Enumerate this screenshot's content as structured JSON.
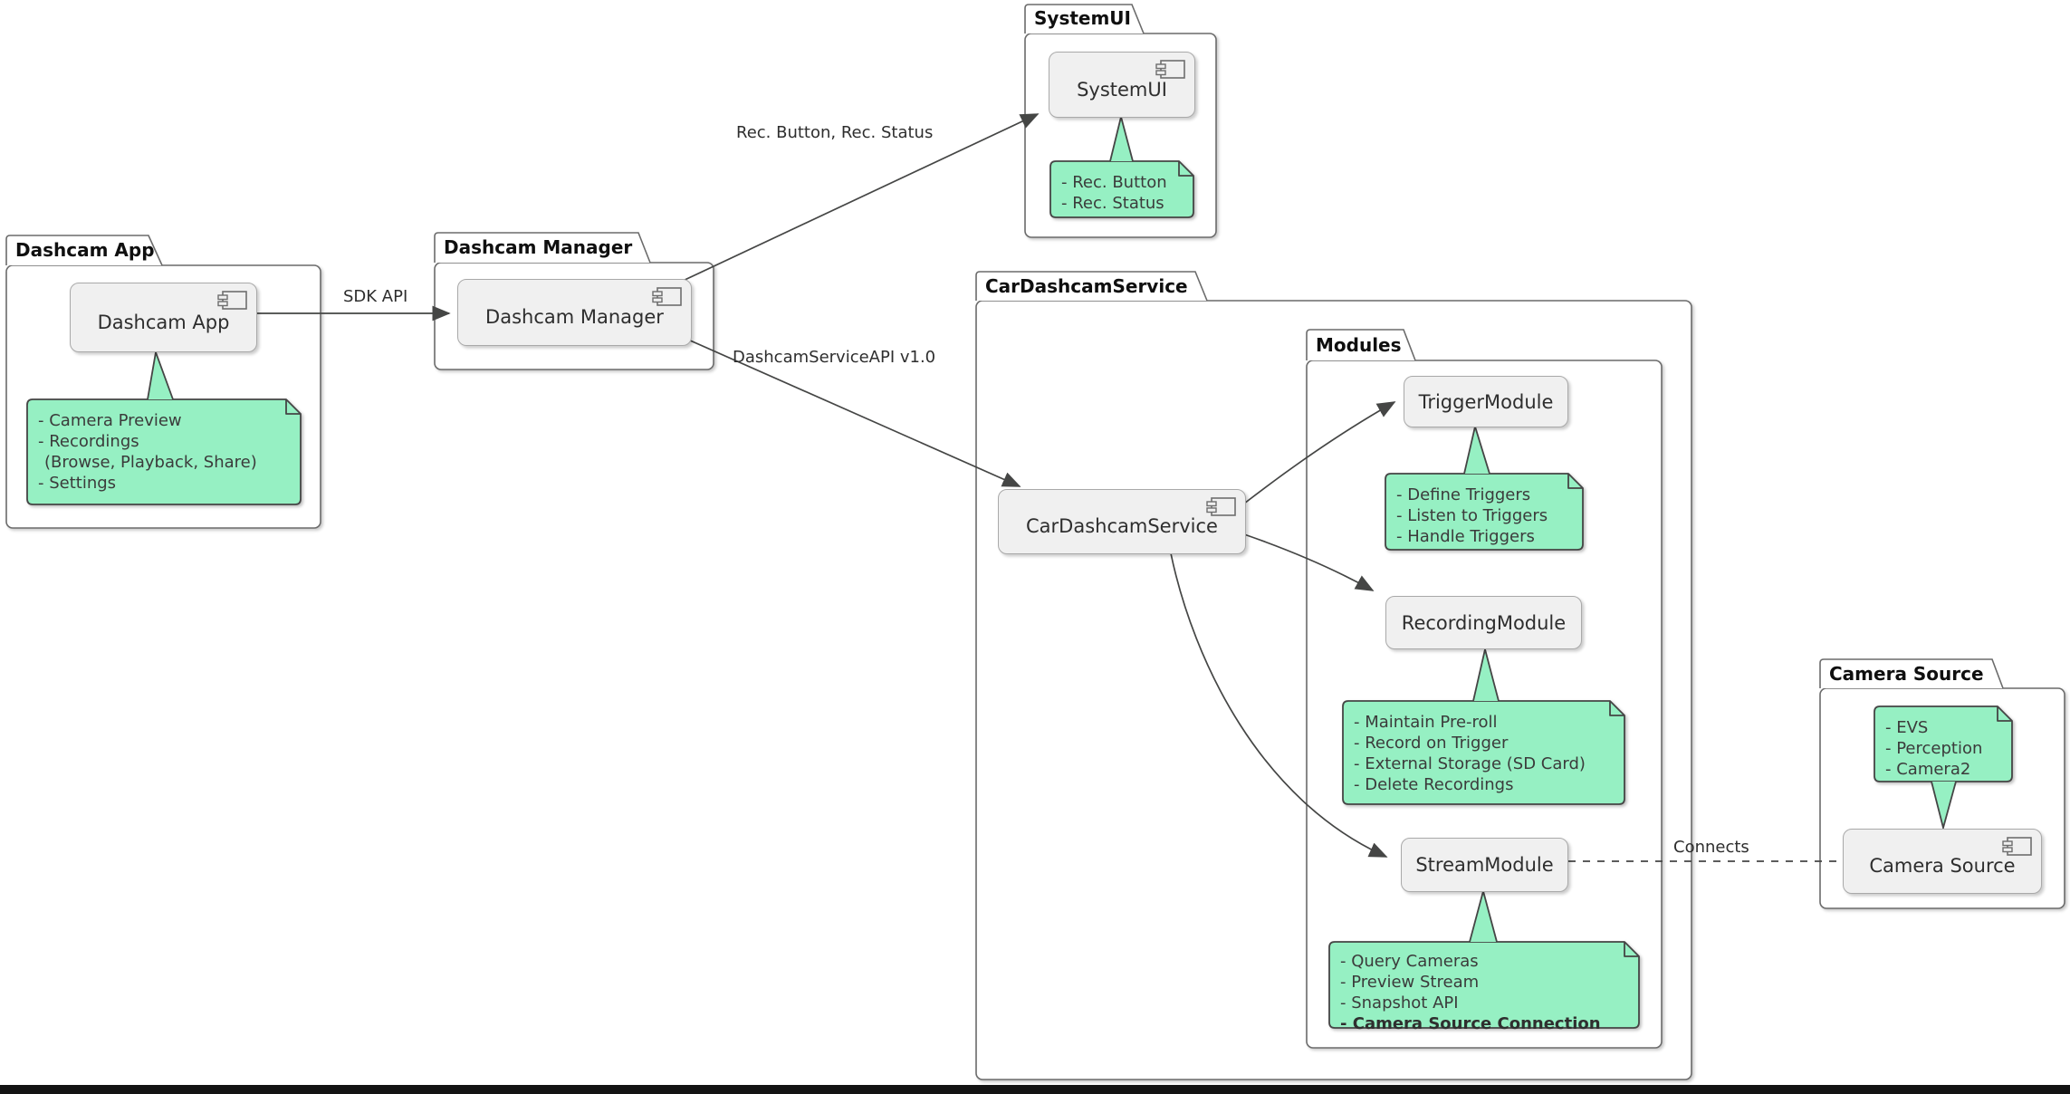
{
  "diagram_type": "UML component diagram (dashcam architecture)",
  "packages": {
    "dashcam_app": "Dashcam App",
    "dashcam_manager": "Dashcam Manager",
    "systemui": "SystemUI",
    "car_dashcam_service": "CarDashcamService",
    "modules": "Modules",
    "camera_source": "Camera Source"
  },
  "components": {
    "dashcam_app": "Dashcam App",
    "dashcam_manager": "Dashcam Manager",
    "systemui": "SystemUI",
    "car_dashcam_service": "CarDashcamService",
    "trigger_module": "TriggerModule",
    "recording_module": "RecordingModule",
    "stream_module": "StreamModule",
    "camera_source": "Camera Source"
  },
  "notes": {
    "dashcam_app": [
      "- Camera Preview",
      "- Recordings",
      "(Browse, Playback, Share)",
      "- Settings"
    ],
    "systemui": [
      "- Rec. Button",
      "- Rec. Status"
    ],
    "trigger_module": [
      "- Define Triggers",
      "- Listen to Triggers",
      "- Handle Triggers"
    ],
    "recording_module": [
      "- Maintain Pre-roll",
      "- Record on Trigger",
      "- External Storage (SD Card)",
      "- Delete Recordings"
    ],
    "stream_module": [
      "- Query Cameras",
      "- Preview Stream",
      "- Snapshot API",
      "- Camera Source Connection"
    ],
    "camera_source": [
      "- EVS",
      "- Perception",
      "- Camera2"
    ]
  },
  "edges": {
    "sdk_api": "SDK API",
    "rec_button_status": "Rec. Button, Rec. Status",
    "dashcam_service_api": "DashcamServiceAPI v1.0",
    "connects": "Connects"
  },
  "colors": {
    "note_fill": "#96f0c3",
    "component_fill": "#f0f0f0",
    "package_border": "#6b6b6b",
    "edge": "#454645",
    "bottom_bar": "#131313"
  }
}
